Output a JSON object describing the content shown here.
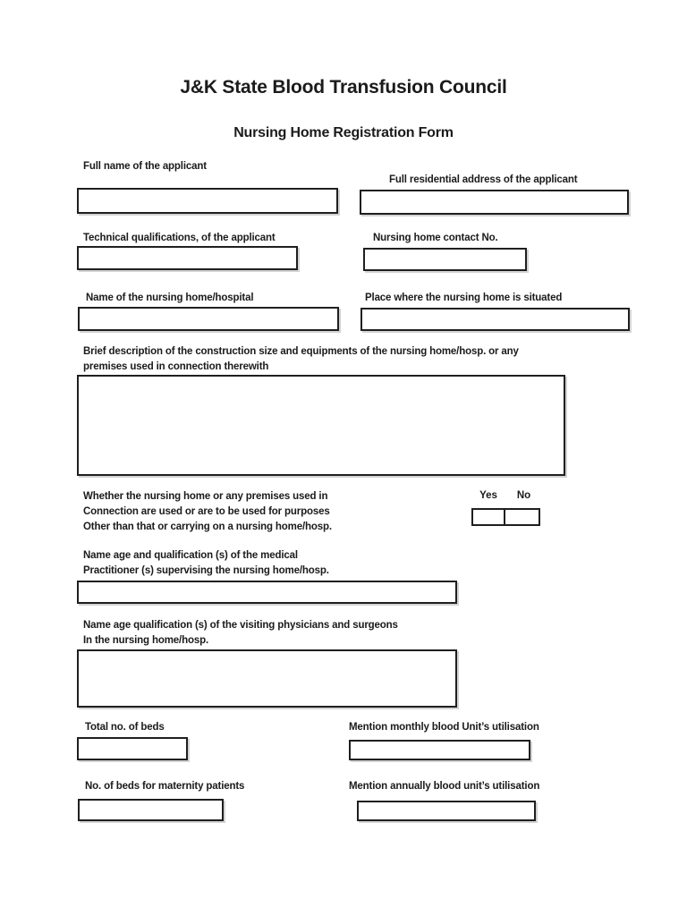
{
  "document": {
    "title": "J&K State Blood Transfusion Council",
    "subtitle": "Nursing Home Registration Form"
  },
  "fields": {
    "full_name": {
      "label": "Full name of the applicant",
      "value": ""
    },
    "residential_address": {
      "label": "Full residential address of the applicant",
      "value": ""
    },
    "technical_qualifications": {
      "label": "Technical qualifications, of the applicant",
      "value": ""
    },
    "contact_no": {
      "label": "Nursing home contact No.",
      "value": ""
    },
    "nursing_home_name": {
      "label": "Name of the nursing home/hospital",
      "value": ""
    },
    "place_situated": {
      "label": "Place where the nursing home is situated",
      "value": ""
    },
    "brief_description": {
      "label_lines": [
        "Brief description of the construction size and equipments of the nursing home/hosp. or any",
        "premises used in connection therewith"
      ],
      "value": ""
    },
    "other_purpose_use": {
      "label_lines": [
        "Whether the nursing home or any premises used in",
        "Connection are used or are to be used for purposes",
        "Other than that or carrying on a nursing home/hosp."
      ],
      "options": {
        "yes": "Yes",
        "no": "No"
      },
      "value": ""
    },
    "medical_practitioners": {
      "label_lines": [
        "Name age and qualification (s) of the medical",
        "Practitioner (s) supervising the nursing home/hosp."
      ],
      "value": ""
    },
    "visiting_physicians": {
      "label_lines": [
        "Name age qualification (s) of the visiting physicians and surgeons",
        "In the nursing home/hosp."
      ],
      "value": ""
    },
    "total_beds": {
      "label": "Total no. of beds",
      "value": ""
    },
    "monthly_blood_units": {
      "label": "Mention monthly blood Unit’s utilisation",
      "value": ""
    },
    "maternity_beds": {
      "label": "No. of beds for maternity patients",
      "value": ""
    },
    "annual_blood_units": {
      "label": "Mention annually blood unit’s utilisation",
      "value": ""
    }
  }
}
